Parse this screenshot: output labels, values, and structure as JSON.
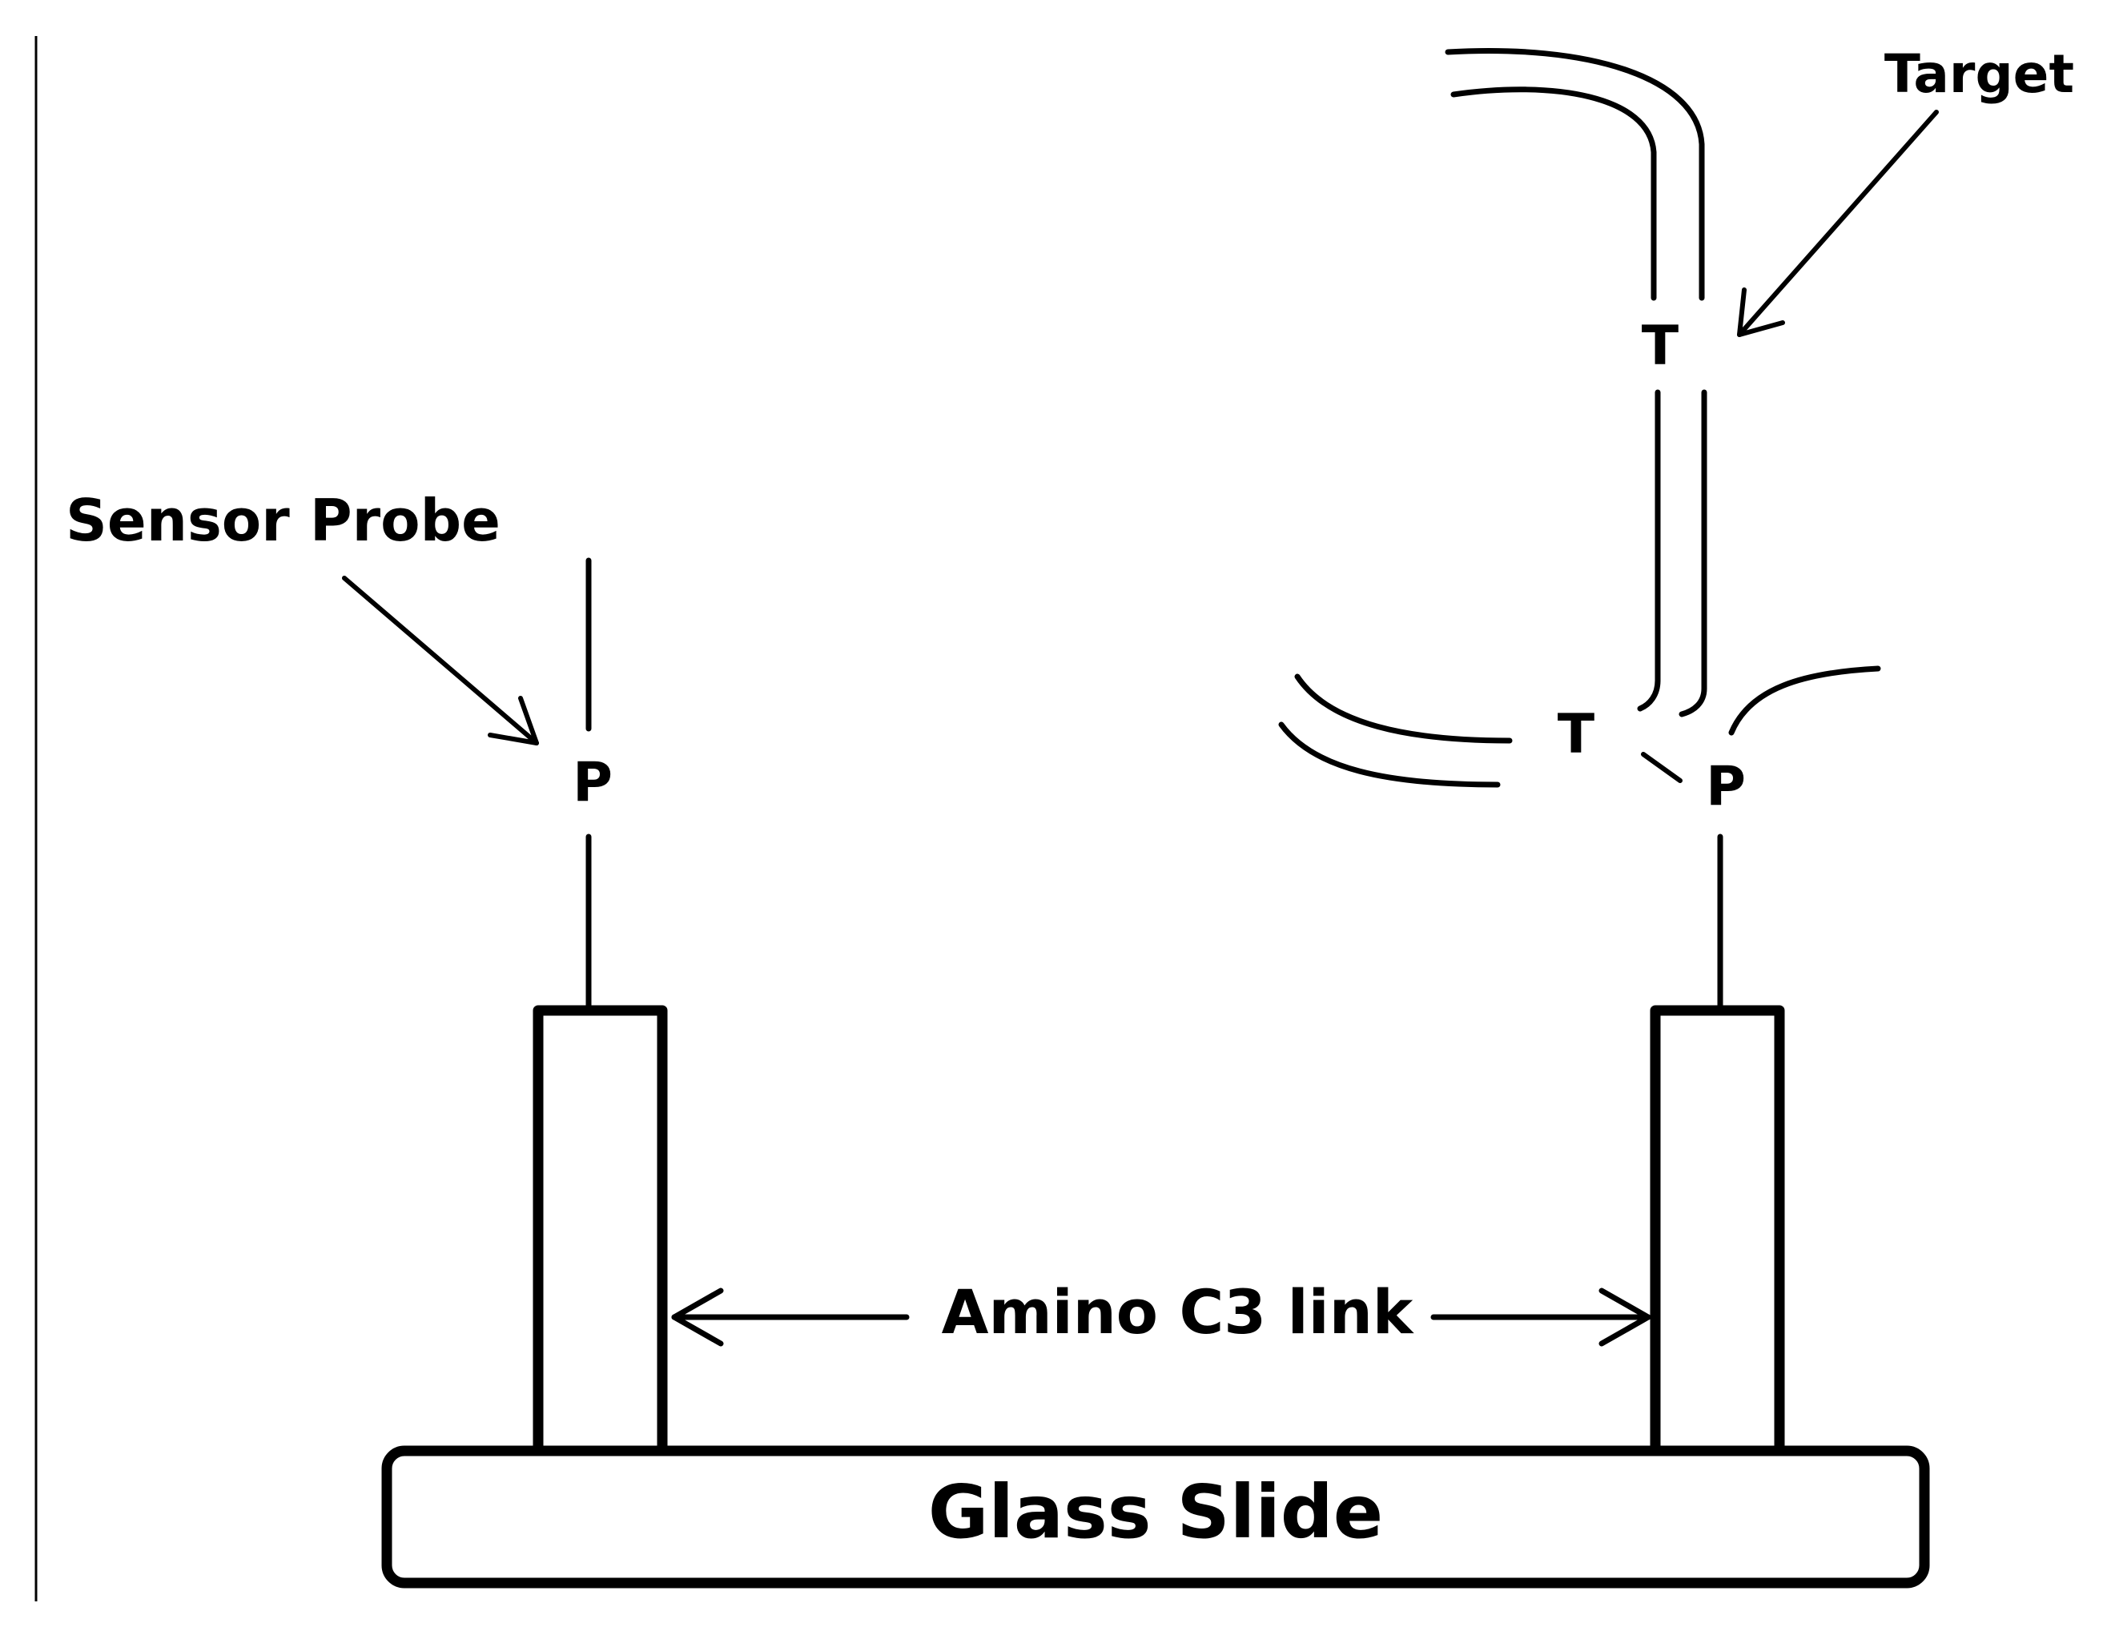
{
  "labels": {
    "sensor_probe": "Sensor Probe",
    "target": "Target",
    "probe_p_left": "P",
    "probe_p_right": "P",
    "target_t_upper": "T",
    "target_t_lower": "T",
    "linker": "Amino C3 link",
    "substrate": "Glass Slide"
  },
  "colors": {
    "ink": "#000000",
    "background": "#ffffff"
  }
}
